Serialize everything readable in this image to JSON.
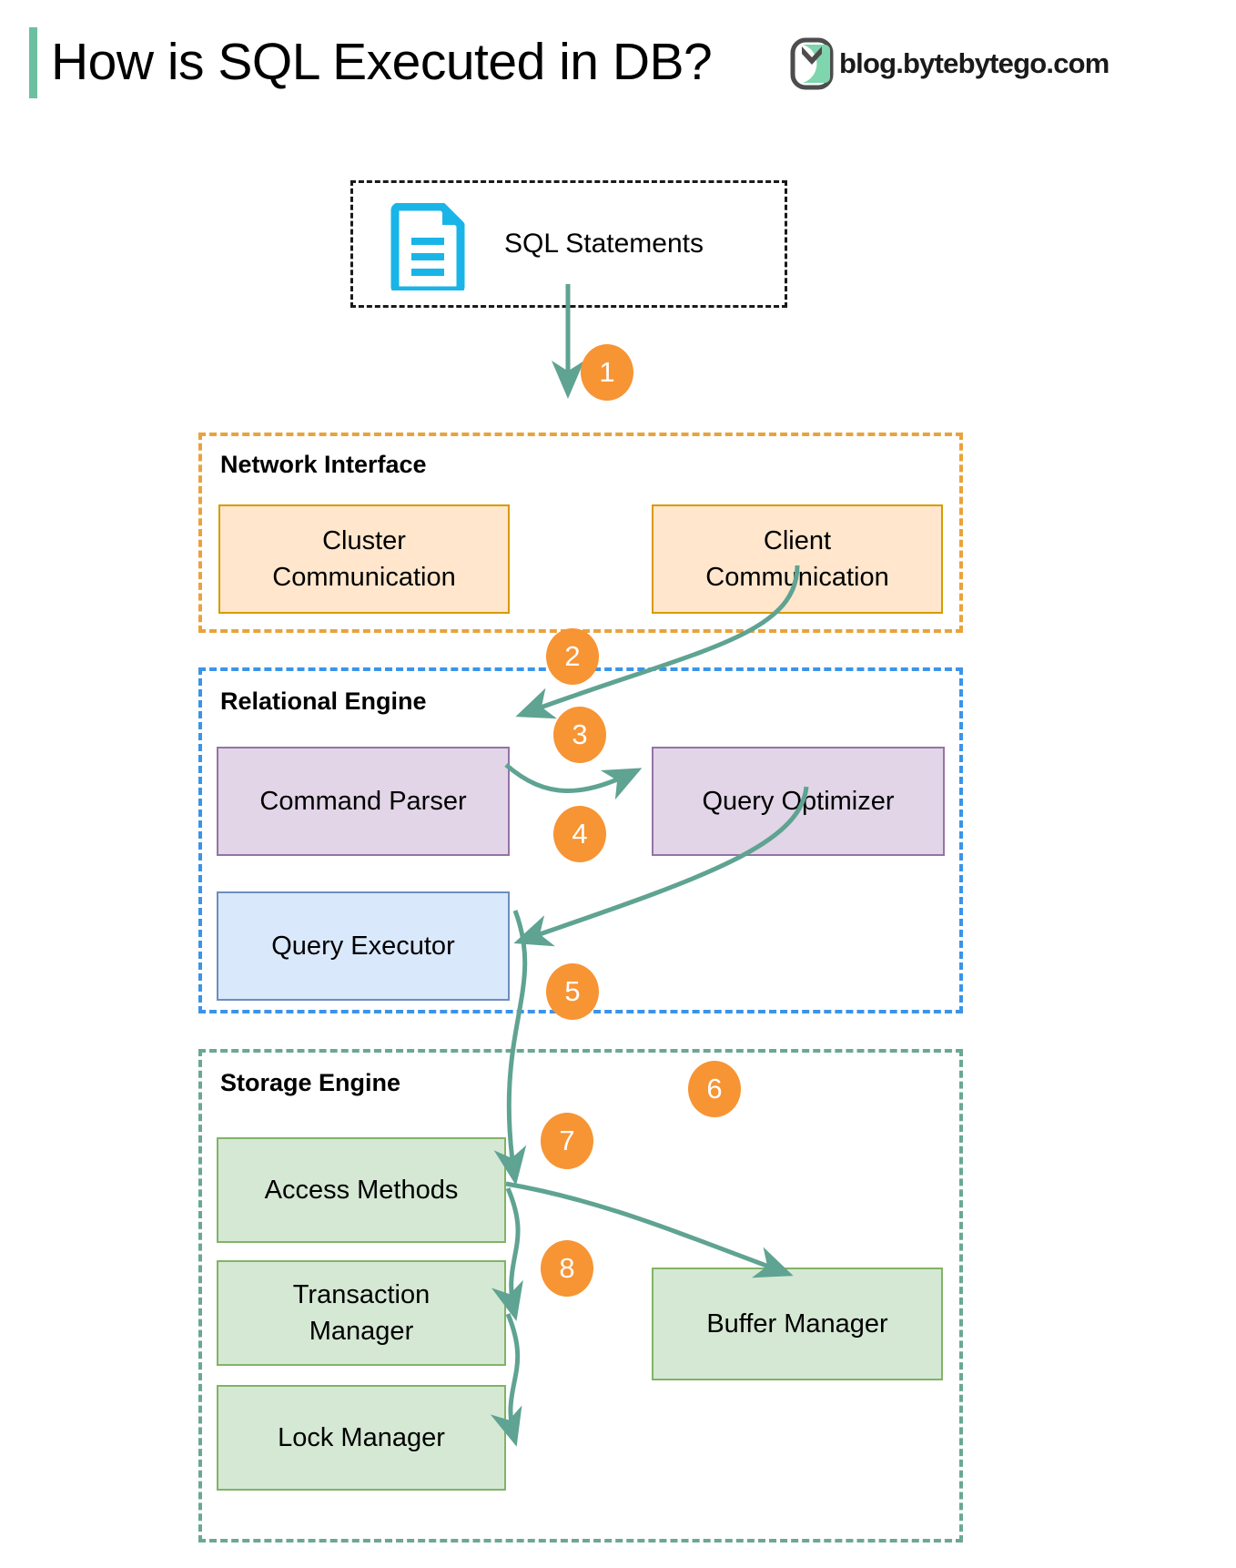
{
  "header": {
    "title": "How is SQL Executed in DB?",
    "brand_text": "blog.bytebytego.com",
    "accent_color": "#6cc0a0"
  },
  "source": {
    "label": "SQL Statements",
    "icon": "document-icon",
    "icon_color": "#19b5e8",
    "border_style": "dashed-black"
  },
  "groups": [
    {
      "id": "network-interface",
      "title": "Network Interface",
      "border_color": "#e8a33d",
      "nodes": [
        {
          "id": "cluster-communication",
          "label": "Cluster\nCommunication",
          "line1": "Cluster",
          "line2": "Communication",
          "fill": "#ffe6cc",
          "stroke": "#d79b00"
        },
        {
          "id": "client-communication",
          "label": "Client\nCommunication",
          "line1": "Client",
          "line2": "Communication",
          "fill": "#ffe6cc",
          "stroke": "#d79b00"
        }
      ]
    },
    {
      "id": "relational-engine",
      "title": "Relational Engine",
      "border_color": "#3b94e8",
      "nodes": [
        {
          "id": "command-parser",
          "label": "Command Parser",
          "fill": "#e1d5e7",
          "stroke": "#9673a6"
        },
        {
          "id": "query-optimizer",
          "label": "Query Optimizer",
          "fill": "#e1d5e7",
          "stroke": "#9673a6"
        },
        {
          "id": "query-executor",
          "label": "Query Executor",
          "fill": "#dae8fc",
          "stroke": "#6c8ebf"
        }
      ]
    },
    {
      "id": "storage-engine",
      "title": "Storage Engine",
      "border_color": "#6aa894",
      "nodes": [
        {
          "id": "access-methods",
          "label": "Access Methods",
          "fill": "#d5e8d4",
          "stroke": "#82b366"
        },
        {
          "id": "transaction-manager",
          "label": "Transaction\nManager",
          "line1": "Transaction",
          "line2": "Manager",
          "fill": "#d5e8d4",
          "stroke": "#82b366"
        },
        {
          "id": "lock-manager",
          "label": "Lock Manager",
          "fill": "#d5e8d4",
          "stroke": "#82b366"
        },
        {
          "id": "buffer-manager",
          "label": "Buffer Manager",
          "fill": "#d5e8d4",
          "stroke": "#82b366"
        }
      ]
    }
  ],
  "steps": [
    {
      "n": "1",
      "from": "SQL Statements",
      "to": "Network Interface"
    },
    {
      "n": "2",
      "from": "Client Communication",
      "to": "Command Parser"
    },
    {
      "n": "3",
      "from": "Command Parser",
      "to": "Query Optimizer"
    },
    {
      "n": "4",
      "from": "Query Optimizer",
      "to": "Query Executor"
    },
    {
      "n": "5",
      "from": "Query Executor",
      "to": "Access Methods"
    },
    {
      "n": "6",
      "from": "Access Methods",
      "to": "Buffer Manager"
    },
    {
      "n": "7",
      "from": "Access Methods",
      "to": "Transaction Manager"
    },
    {
      "n": "8",
      "from": "Transaction Manager",
      "to": "Lock Manager"
    }
  ],
  "arrow_color": "#5fa392"
}
